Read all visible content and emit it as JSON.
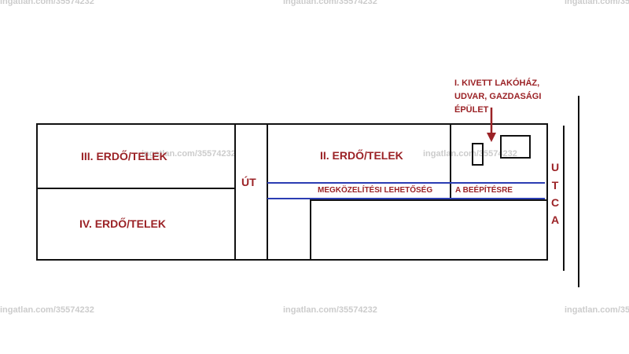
{
  "plots": {
    "erdo_3": "III. ERDŐ/TELEK",
    "erdo_4": "IV. ERDŐ/TELEK",
    "erdo_2": "II. ERDŐ/TELEK"
  },
  "road_label": "ÚT",
  "access_label": "MEGKÖZELÍTÉSI LEHETŐSÉG",
  "build_label": "A BEÉPÍTÉSRE",
  "callout": {
    "line1": "I.  KIVETT LAKÓHÁZ,",
    "line2": "UDVAR, GAZDASÁGI",
    "line3": "ÉPÜLET"
  },
  "street_letters": [
    "U",
    "T",
    "C",
    "A"
  ],
  "watermark": "ingatlan.com/35574232",
  "colors": {
    "label_red": "#9b2226",
    "access_blue": "#2b3db3",
    "outline": "#111111"
  }
}
